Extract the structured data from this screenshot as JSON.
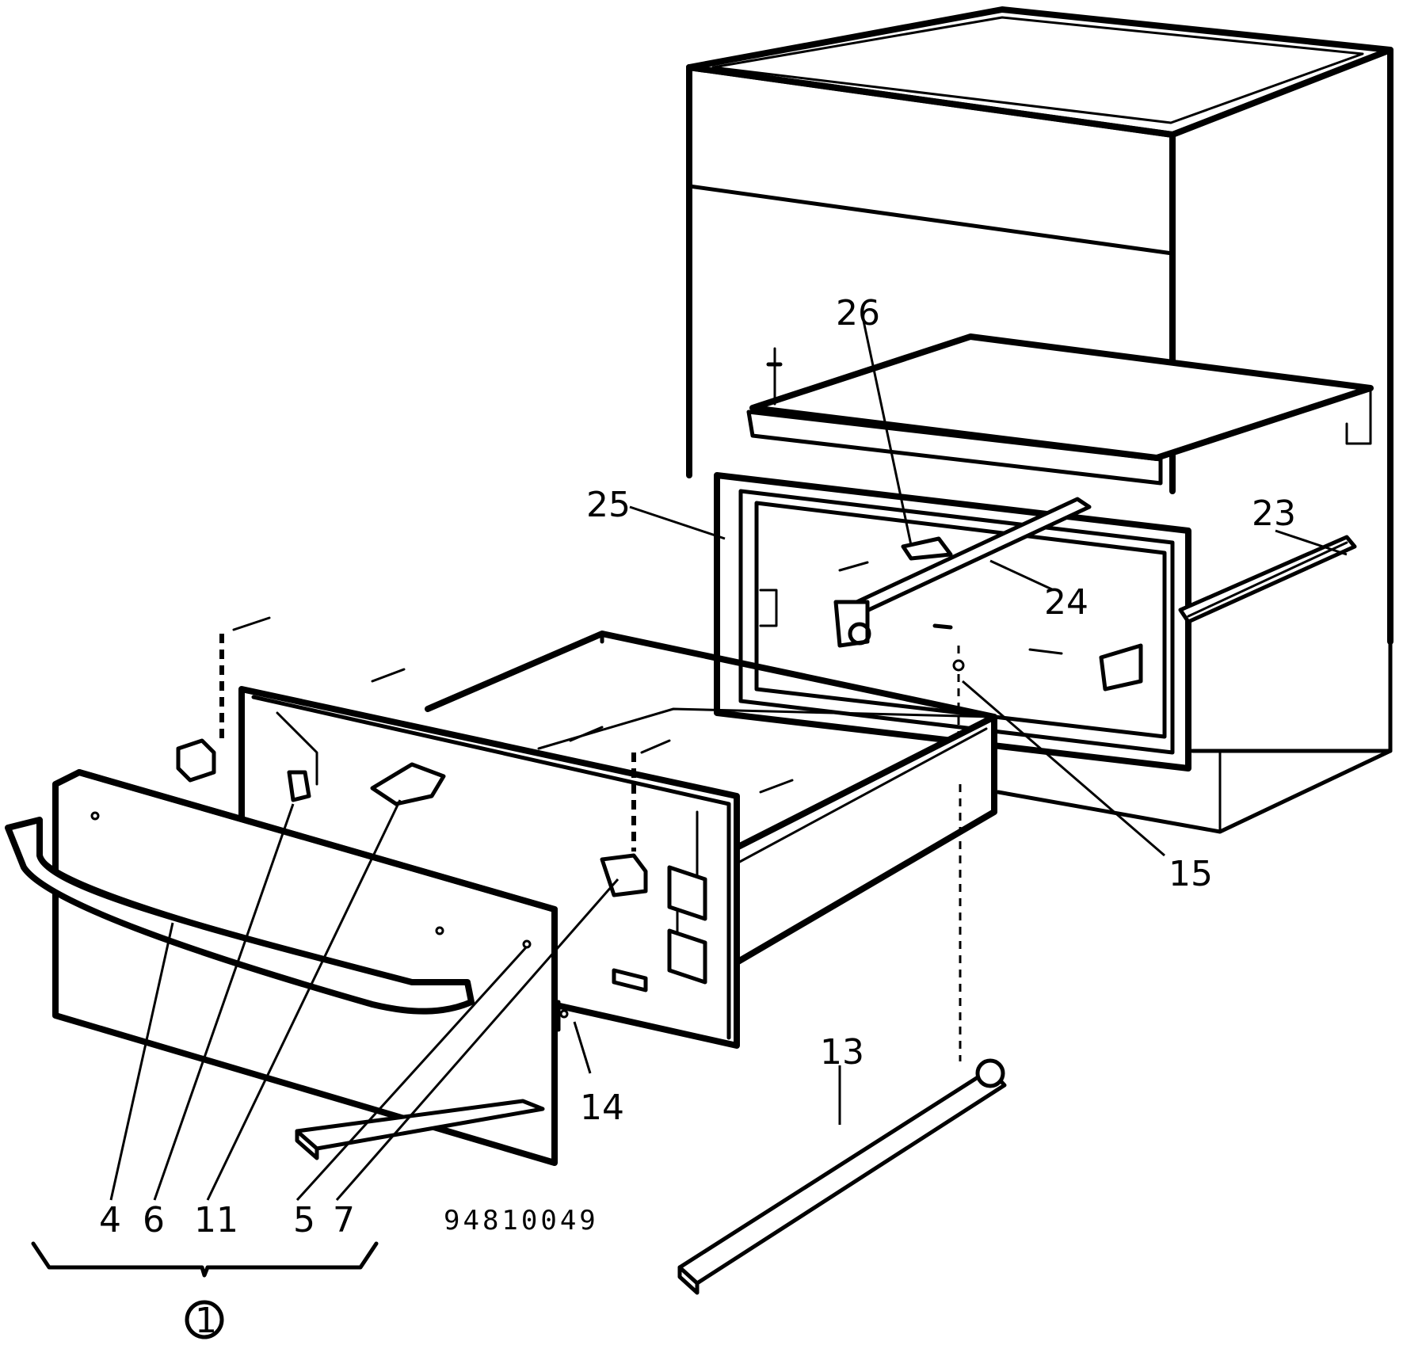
{
  "figure": {
    "drawing_number": "94810049",
    "assembly_callout": "1"
  },
  "callouts": {
    "p4": "4",
    "p5": "5",
    "p6": "6",
    "p7": "7",
    "p11": "11",
    "p13": "13",
    "p14": "14",
    "p15": "15",
    "p23": "23",
    "p24": "24",
    "p25": "25",
    "p26": "26"
  }
}
